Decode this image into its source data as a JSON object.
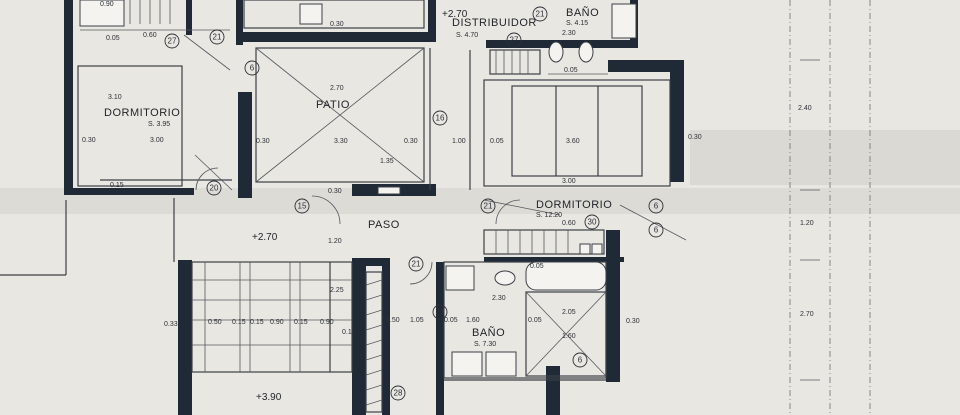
{
  "rooms": {
    "dormitorio_1": {
      "name": "DORMITORIO",
      "area": "S. 3.95"
    },
    "patio": {
      "name": "PATIO"
    },
    "distribuidor": {
      "name": "DISTRIBUIDOR",
      "area": "S. 4.70"
    },
    "bano_1": {
      "name": "BAÑO",
      "area": "S. 4.15"
    },
    "dormitorio_2": {
      "name": "DORMITORIO",
      "area": "S. 12.20"
    },
    "paso": {
      "name": "PASO"
    },
    "bano_2": {
      "name": "BAÑO",
      "area": "S. 7.30"
    }
  },
  "levels": [
    "+2.70",
    "+2.70",
    "+3.90"
  ],
  "markers": [
    "27",
    "21",
    "6",
    "16",
    "20",
    "15",
    "27",
    "21",
    "6",
    "30",
    "6",
    "21",
    "21",
    "21",
    "6",
    "28"
  ],
  "dimensions": [
    "0.90",
    "0.05",
    "0.60",
    "3.10",
    "0.30",
    "3.00",
    "0.15",
    "2.70",
    "3.30",
    "0.30",
    "1.35",
    "0.30",
    "0.30",
    "0.30",
    "2.30",
    "1.00",
    "0.05",
    "3.60",
    "0.05",
    "0.30",
    "3.00",
    "0.60",
    "1.20",
    "2.25",
    "0.05",
    "2.30",
    "0.33",
    "0.50",
    "0.15",
    "0.15",
    "0.90",
    "0.15",
    "0.90",
    "0.15",
    "0.50",
    "1.05",
    "0.05",
    "1.60",
    "0.05",
    "2.05",
    "1.60",
    "0.30",
    "2.40",
    "1.20",
    "2.70"
  ]
}
